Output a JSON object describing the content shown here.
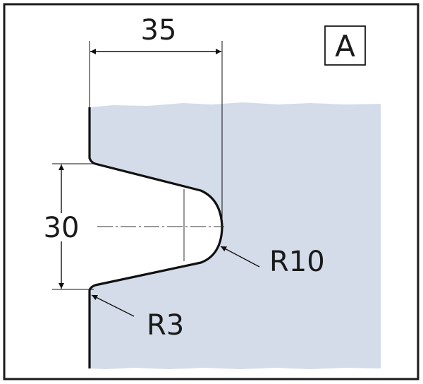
{
  "figure": {
    "panel_label": "A",
    "width_dimension": "35",
    "height_dimension": "30",
    "large_radius_label": "R10",
    "small_radius_label": "R3"
  },
  "colors": {
    "material_fill": "#d3dce8",
    "outline": "#111111",
    "border": "#1a1a1a",
    "background": "#ffffff"
  }
}
